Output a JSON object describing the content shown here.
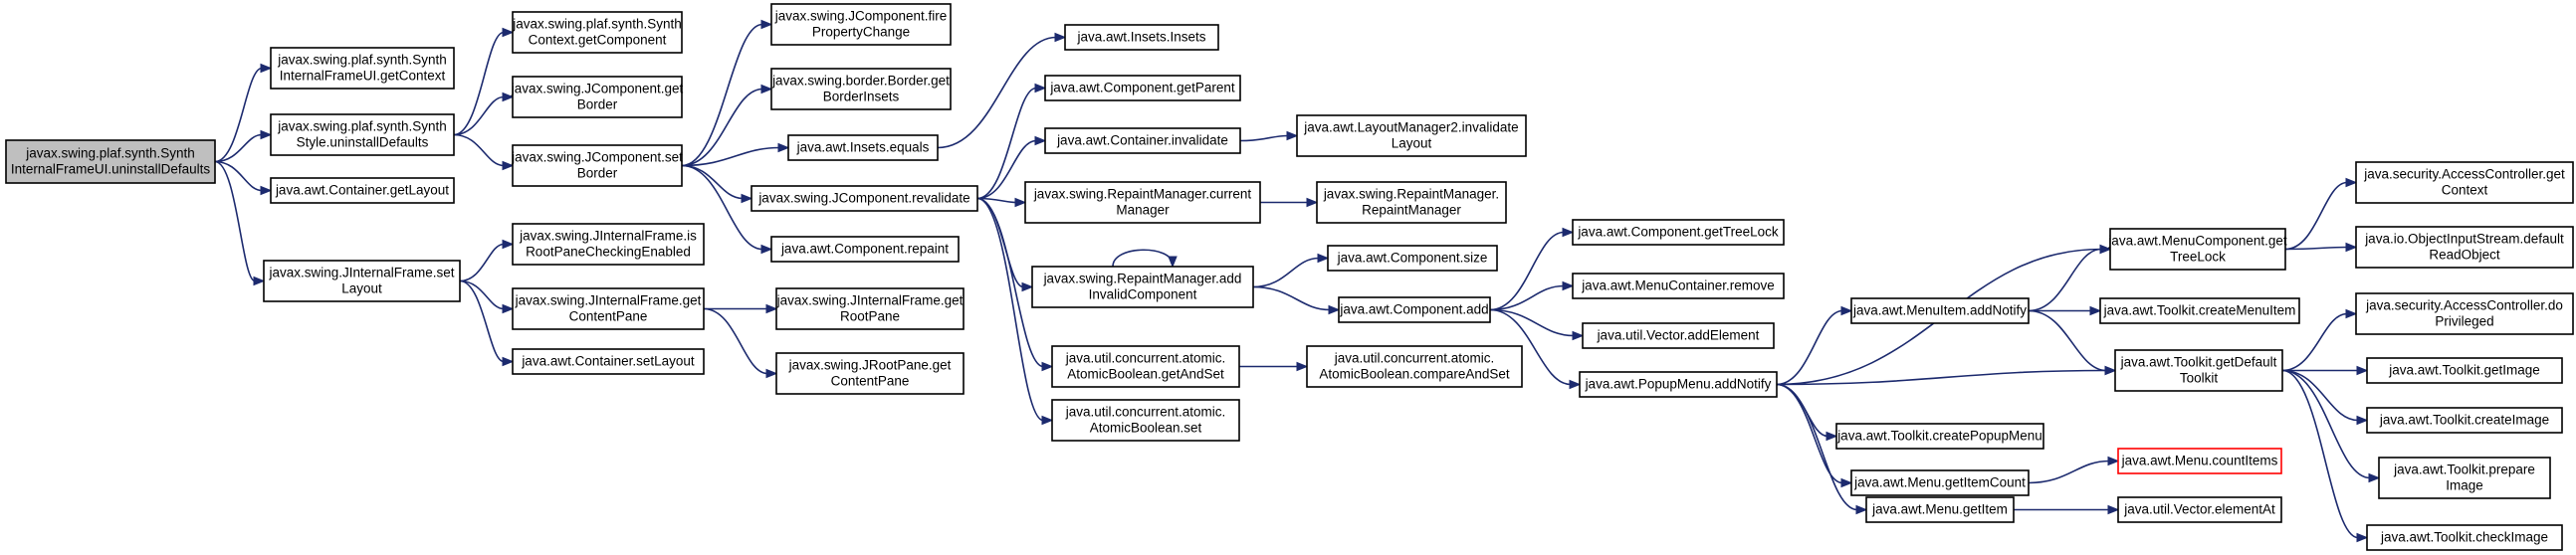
{
  "colors": {
    "edge": "#1c2a6e",
    "node_fill": "#ffffff",
    "node_border": "#000000",
    "root_fill": "#bfbfbf",
    "highlight_border": "#ff0000"
  },
  "nodes": [
    {
      "id": "n0",
      "lines": [
        "javax.swing.plaf.synth.Synth",
        "InternalFrameUI.uninstallDefaults"
      ],
      "kind": "root"
    },
    {
      "id": "n1",
      "lines": [
        "javax.swing.plaf.synth.Synth",
        "InternalFrameUI.getContext"
      ]
    },
    {
      "id": "n2",
      "lines": [
        "javax.swing.plaf.synth.Synth",
        "Style.uninstallDefaults"
      ]
    },
    {
      "id": "n3",
      "lines": [
        "java.awt.Container.getLayout"
      ]
    },
    {
      "id": "n4",
      "lines": [
        "javax.swing.JInternalFrame.set",
        "Layout"
      ]
    },
    {
      "id": "n5",
      "lines": [
        "javax.swing.plaf.synth.Synth",
        "Context.getComponent"
      ]
    },
    {
      "id": "n6",
      "lines": [
        "javax.swing.JComponent.get",
        "Border"
      ]
    },
    {
      "id": "n7",
      "lines": [
        "javax.swing.JComponent.set",
        "Border"
      ]
    },
    {
      "id": "n8",
      "lines": [
        "javax.swing.JInternalFrame.is",
        "RootPaneCheckingEnabled"
      ]
    },
    {
      "id": "n9",
      "lines": [
        "javax.swing.JInternalFrame.get",
        "ContentPane"
      ]
    },
    {
      "id": "n10",
      "lines": [
        "java.awt.Container.setLayout"
      ]
    },
    {
      "id": "n11",
      "lines": [
        "javax.swing.JComponent.fire",
        "PropertyChange"
      ]
    },
    {
      "id": "n12",
      "lines": [
        "javax.swing.border.Border.get",
        "BorderInsets"
      ]
    },
    {
      "id": "n13",
      "lines": [
        "java.awt.Insets.equals"
      ]
    },
    {
      "id": "n14",
      "lines": [
        "javax.swing.JComponent.revalidate"
      ]
    },
    {
      "id": "n15",
      "lines": [
        "java.awt.Component.repaint"
      ]
    },
    {
      "id": "n16",
      "lines": [
        "javax.swing.JInternalFrame.get",
        "RootPane"
      ]
    },
    {
      "id": "n17",
      "lines": [
        "javax.swing.JRootPane.get",
        "ContentPane"
      ]
    },
    {
      "id": "n18",
      "lines": [
        "java.awt.Insets.Insets"
      ]
    },
    {
      "id": "n19",
      "lines": [
        "java.awt.Component.getParent"
      ]
    },
    {
      "id": "n20",
      "lines": [
        "java.awt.Container.invalidate"
      ]
    },
    {
      "id": "n21",
      "lines": [
        "javax.swing.RepaintManager.current",
        "Manager"
      ]
    },
    {
      "id": "n22",
      "lines": [
        "javax.swing.RepaintManager.add",
        "InvalidComponent"
      ]
    },
    {
      "id": "n23",
      "lines": [
        "java.util.concurrent.atomic.",
        "AtomicBoolean.getAndSet"
      ]
    },
    {
      "id": "n24",
      "lines": [
        "java.util.concurrent.atomic.",
        "AtomicBoolean.set"
      ]
    },
    {
      "id": "n25",
      "lines": [
        "java.awt.LayoutManager2.invalidate",
        "Layout"
      ]
    },
    {
      "id": "n26",
      "lines": [
        "javax.swing.RepaintManager.",
        "RepaintManager"
      ]
    },
    {
      "id": "n27",
      "lines": [
        "java.awt.Component.size"
      ]
    },
    {
      "id": "n28",
      "lines": [
        "java.awt.Component.add"
      ]
    },
    {
      "id": "n29",
      "lines": [
        "java.util.concurrent.atomic.",
        "AtomicBoolean.compareAndSet"
      ]
    },
    {
      "id": "n30",
      "lines": [
        "java.awt.Component.getTreeLock"
      ]
    },
    {
      "id": "n31",
      "lines": [
        "java.awt.MenuContainer.remove"
      ]
    },
    {
      "id": "n32",
      "lines": [
        "java.util.Vector.addElement"
      ]
    },
    {
      "id": "n33",
      "lines": [
        "java.awt.PopupMenu.addNotify"
      ]
    },
    {
      "id": "n34",
      "lines": [
        "java.awt.MenuItem.addNotify"
      ]
    },
    {
      "id": "n35",
      "lines": [
        "java.awt.Toolkit.createPopupMenu"
      ]
    },
    {
      "id": "n36",
      "lines": [
        "java.awt.Menu.getItemCount"
      ]
    },
    {
      "id": "n37",
      "lines": [
        "java.awt.Menu.getItem"
      ]
    },
    {
      "id": "n38",
      "lines": [
        "java.awt.MenuComponent.get",
        "TreeLock"
      ]
    },
    {
      "id": "n39",
      "lines": [
        "java.awt.Toolkit.createMenuItem"
      ]
    },
    {
      "id": "n40",
      "lines": [
        "java.awt.Toolkit.getDefault",
        "Toolkit"
      ]
    },
    {
      "id": "n41",
      "lines": [
        "java.awt.Menu.countItems"
      ],
      "kind": "highlight"
    },
    {
      "id": "n42",
      "lines": [
        "java.util.Vector.elementAt"
      ]
    },
    {
      "id": "n43",
      "lines": [
        "java.security.AccessController.get",
        "Context"
      ]
    },
    {
      "id": "n44",
      "lines": [
        "java.io.ObjectInputStream.default",
        "ReadObject"
      ]
    },
    {
      "id": "n45",
      "lines": [
        "java.security.AccessController.do",
        "Privileged"
      ]
    },
    {
      "id": "n46",
      "lines": [
        "java.awt.Toolkit.getImage"
      ]
    },
    {
      "id": "n47",
      "lines": [
        "java.awt.Toolkit.createImage"
      ]
    },
    {
      "id": "n48",
      "lines": [
        "java.awt.Toolkit.prepare",
        "Image"
      ]
    },
    {
      "id": "n49",
      "lines": [
        "java.awt.Toolkit.checkImage"
      ]
    }
  ],
  "edges": [
    [
      "n0",
      "n1"
    ],
    [
      "n0",
      "n2"
    ],
    [
      "n0",
      "n3"
    ],
    [
      "n0",
      "n4"
    ],
    [
      "n2",
      "n5"
    ],
    [
      "n2",
      "n6"
    ],
    [
      "n2",
      "n7"
    ],
    [
      "n4",
      "n8"
    ],
    [
      "n4",
      "n9"
    ],
    [
      "n4",
      "n10"
    ],
    [
      "n7",
      "n11"
    ],
    [
      "n7",
      "n12"
    ],
    [
      "n7",
      "n13"
    ],
    [
      "n7",
      "n14"
    ],
    [
      "n7",
      "n15"
    ],
    [
      "n9",
      "n16"
    ],
    [
      "n9",
      "n17"
    ],
    [
      "n13",
      "n18"
    ],
    [
      "n14",
      "n19"
    ],
    [
      "n14",
      "n20"
    ],
    [
      "n14",
      "n21"
    ],
    [
      "n14",
      "n22"
    ],
    [
      "n14",
      "n23"
    ],
    [
      "n14",
      "n24"
    ],
    [
      "n20",
      "n25"
    ],
    [
      "n21",
      "n26"
    ],
    [
      "n22",
      "n22"
    ],
    [
      "n22",
      "n27"
    ],
    [
      "n22",
      "n28"
    ],
    [
      "n23",
      "n29"
    ],
    [
      "n28",
      "n30"
    ],
    [
      "n28",
      "n31"
    ],
    [
      "n28",
      "n32"
    ],
    [
      "n28",
      "n33"
    ],
    [
      "n33",
      "n34"
    ],
    [
      "n33",
      "n35"
    ],
    [
      "n33",
      "n36"
    ],
    [
      "n33",
      "n37"
    ],
    [
      "n33",
      "n38"
    ],
    [
      "n33",
      "n40"
    ],
    [
      "n34",
      "n38"
    ],
    [
      "n34",
      "n39"
    ],
    [
      "n34",
      "n40"
    ],
    [
      "n36",
      "n41"
    ],
    [
      "n37",
      "n42"
    ],
    [
      "n38",
      "n43"
    ],
    [
      "n38",
      "n44"
    ],
    [
      "n40",
      "n45"
    ],
    [
      "n40",
      "n46"
    ],
    [
      "n40",
      "n47"
    ],
    [
      "n40",
      "n48"
    ],
    [
      "n40",
      "n49"
    ]
  ]
}
